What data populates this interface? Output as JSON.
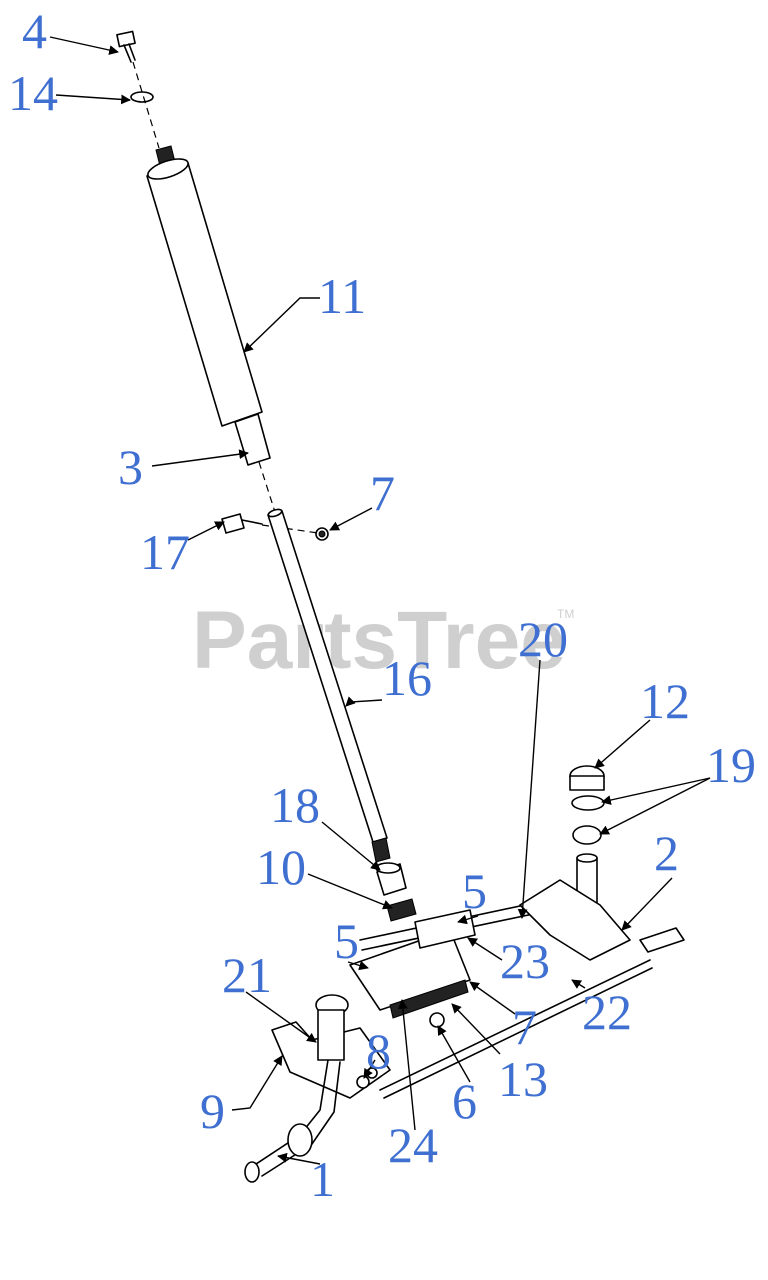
{
  "watermark": {
    "text": "PartsTree",
    "tm": "TM"
  },
  "callouts": {
    "c4": "4",
    "c14": "14",
    "c11": "11",
    "c3": "3",
    "c7a": "7",
    "c17": "17",
    "c20": "20",
    "c16": "16",
    "c12": "12",
    "c19": "19",
    "c18": "18",
    "c10": "10",
    "c2": "2",
    "c5a": "5",
    "c5b": "5",
    "c23": "23",
    "c21": "21",
    "c22": "22",
    "c7b": "7",
    "c8": "8",
    "c13": "13",
    "c9": "9",
    "c6": "6",
    "c24": "24",
    "c1": "1"
  },
  "colors": {
    "callout": "#3f6fd0",
    "watermark": "#cfcfcf",
    "line": "#000000"
  }
}
